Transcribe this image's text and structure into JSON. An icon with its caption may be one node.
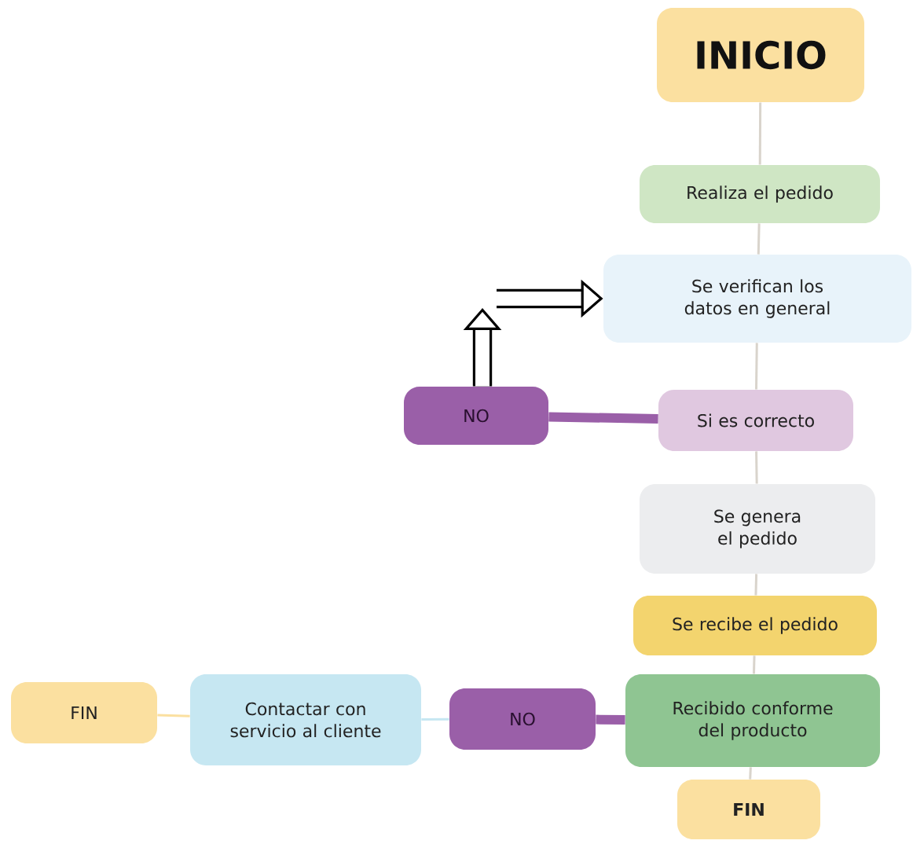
{
  "diagram": {
    "nodes": [
      {
        "text": [
          "INICIO"
        ]
      },
      {
        "text": [
          "Realiza el pedido"
        ]
      },
      {
        "text": [
          "Se verifican los datos en general"
        ]
      },
      {
        "text": [
          "NO"
        ]
      },
      {
        "text": [
          "Si es correcto"
        ]
      },
      {
        "text": [
          "Se genera el pedido"
        ]
      },
      {
        "text": [
          "Se recibe el pedido"
        ]
      },
      {
        "text": [
          "Recibido conforme del producto"
        ]
      },
      {
        "text": [
          "NO"
        ]
      },
      {
        "text": [
          "Contactar con servicio al cliente"
        ]
      },
      {
        "text": [
          "FIN"
        ]
      },
      {
        "text": [
          "FIN"
        ]
      }
    ],
    "edges": [
      {
        "from": 0,
        "to": 1,
        "arrow": "none"
      },
      {
        "from": 1,
        "to": 2,
        "arrow": "none"
      },
      {
        "from": 2,
        "to": 4,
        "arrow": "none"
      },
      {
        "from": 4,
        "to": 3,
        "arrow": "none",
        "style": "thick",
        "color": "#9a5fa8"
      },
      {
        "from": 4,
        "to": 5,
        "arrow": "none"
      },
      {
        "from": 5,
        "to": 6,
        "arrow": "none"
      },
      {
        "from": 6,
        "to": 7,
        "arrow": "none"
      },
      {
        "from": 7,
        "to": 8,
        "arrow": "none",
        "style": "thick",
        "color": "#9a5fa8"
      },
      {
        "from": 8,
        "to": 9,
        "arrow": "none",
        "color": "#c6e7f2"
      },
      {
        "from": 9,
        "to": 10,
        "arrow": "none",
        "color": "#fbe0a0"
      },
      {
        "from": 7,
        "to": 11,
        "arrow": "none"
      },
      {
        "from": 3,
        "to": null,
        "arrow": "to",
        "style": "thick",
        "color": "#000000"
      },
      {
        "from": null,
        "to": 2,
        "arrow": "to",
        "style": "thick",
        "color": "#000000"
      }
    ]
  }
}
